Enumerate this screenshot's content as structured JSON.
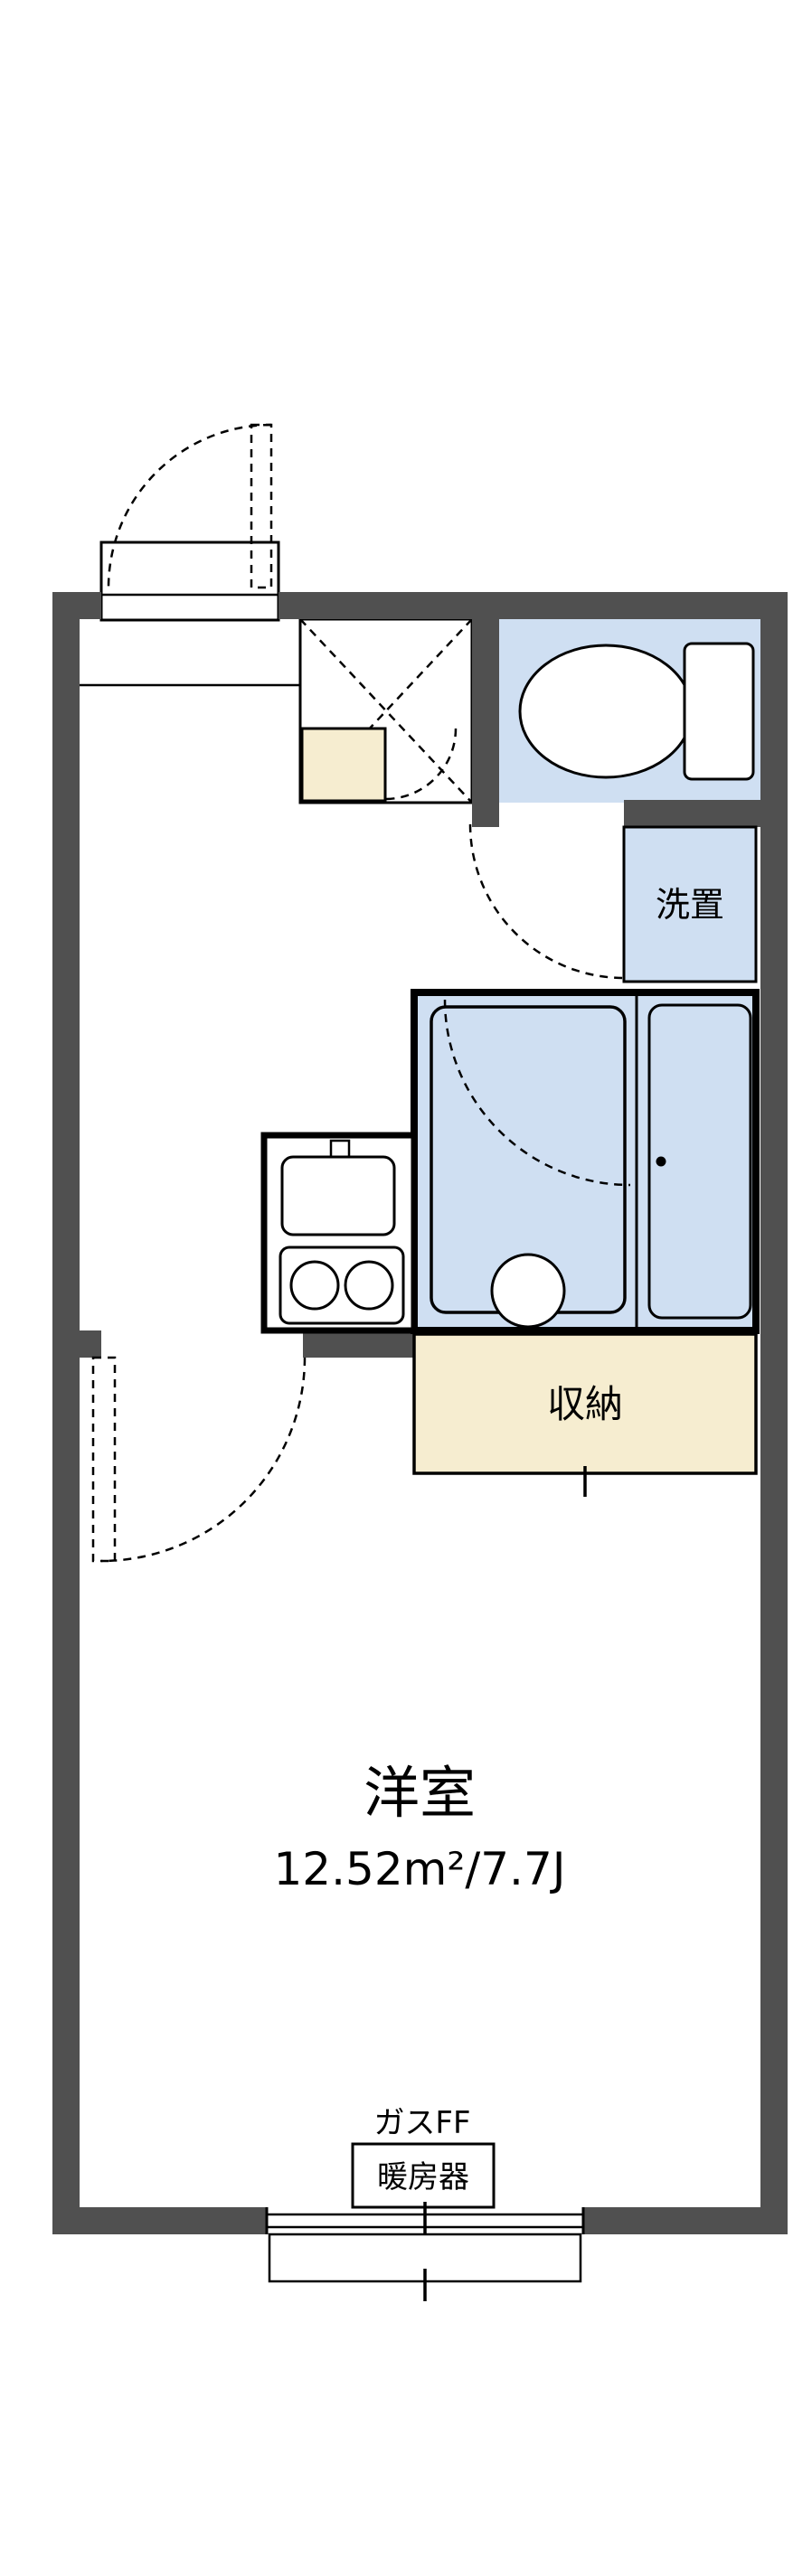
{
  "floorplan": {
    "labels": {
      "washer_place": "洗置",
      "closet": "収納",
      "room_name": "洋室",
      "room_size": "12.52m²/7.7J",
      "heater_line1": "ガスFF",
      "heater_line2": "暖房器"
    },
    "colors": {
      "wall_gray": "#505050",
      "wet_area_blue": "#cfdff2",
      "closet_cream": "#f6edd0",
      "outline_black": "#000000",
      "background_white": "#ffffff"
    }
  }
}
